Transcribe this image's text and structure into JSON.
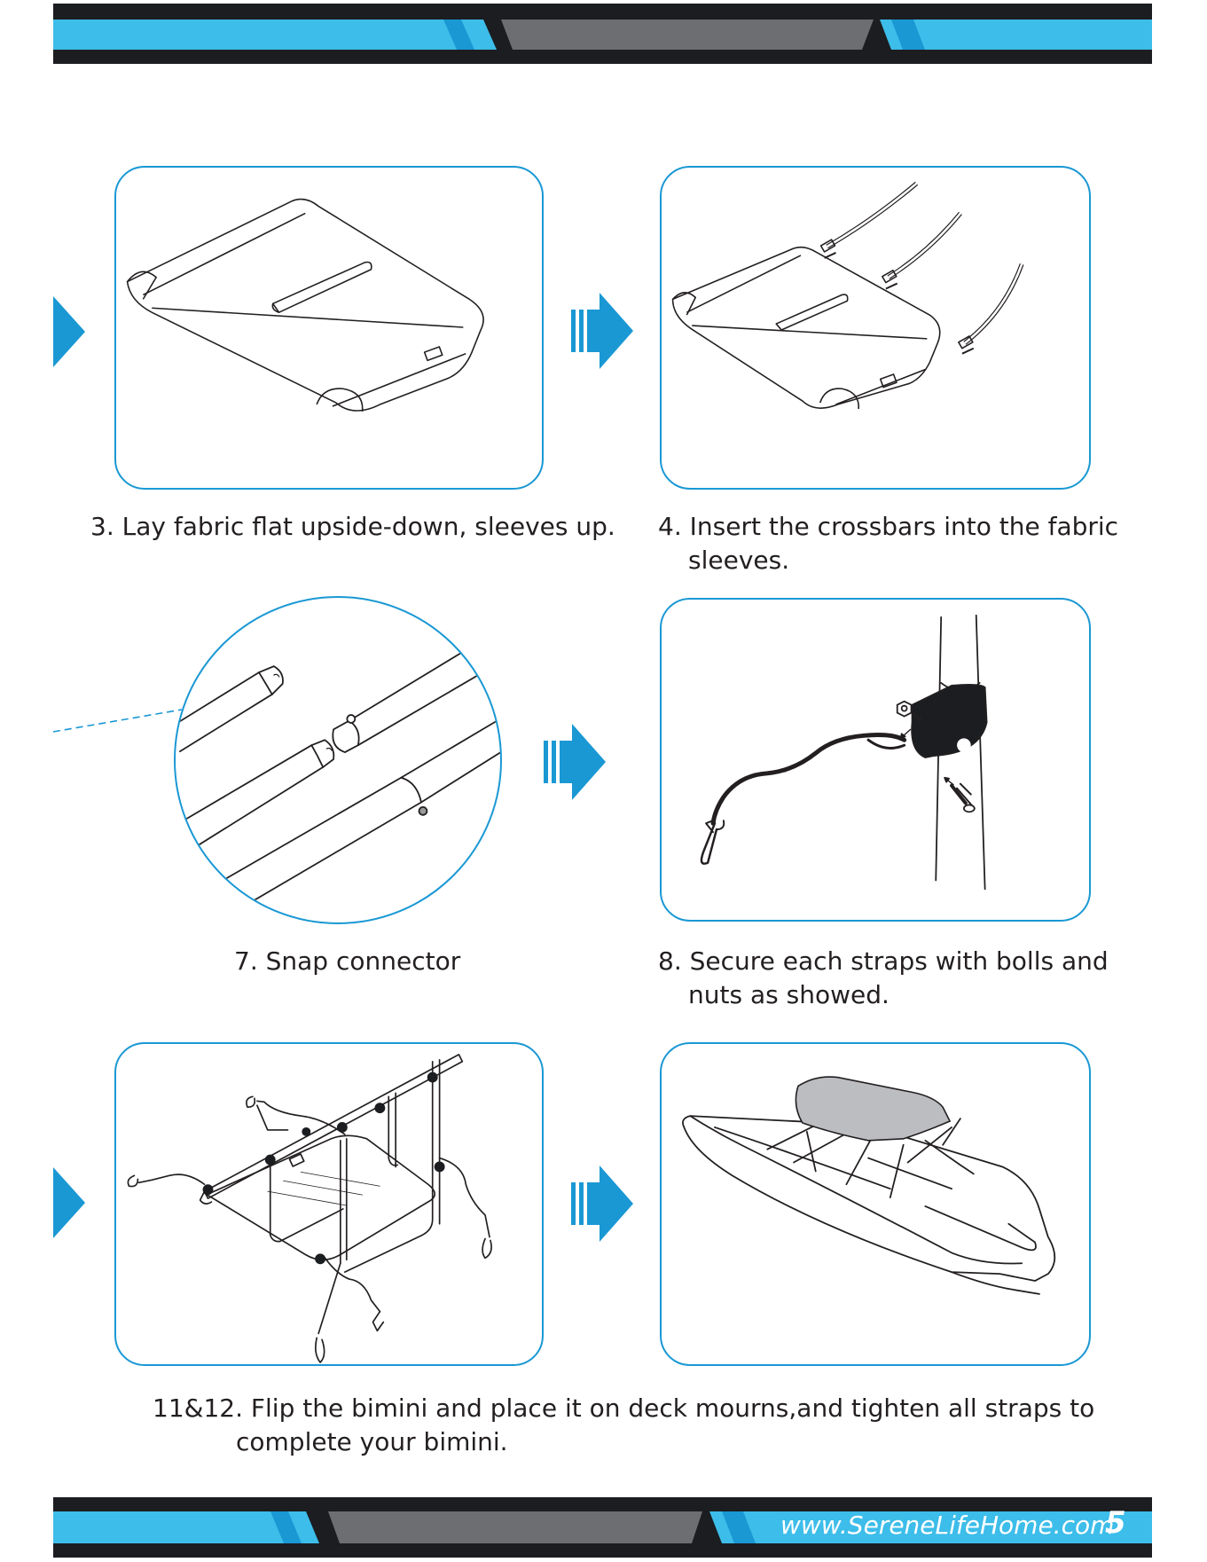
{
  "colors": {
    "accent_blue": "#1a98d4",
    "band_light_blue": "#3dbde9",
    "band_dark": "#1b1d21",
    "band_gray": "#6d6e71"
  },
  "steps": [
    {
      "number": "3.",
      "text": "Lay fabric flat upside-down, sleeves up.",
      "illustration": "fabric-upside-down"
    },
    {
      "number": "4.",
      "text_line1": "Insert the crossbars into the fabric",
      "text_line2": "sleeves.",
      "illustration": "crossbars-into-sleeves"
    },
    {
      "number": "7.",
      "text": "Snap connector",
      "illustration": "snap-connector-closeup"
    },
    {
      "number": "8.",
      "text_line1": "Secure each straps with bolls and",
      "text_line2": "nuts as showed.",
      "illustration": "strap-bolt-nut"
    },
    {
      "number": "11&12.",
      "text_line1": "Flip the bimini and place it on deck mourns,and tighten all straps to",
      "text_line2": "complete your bimini.",
      "illustrations": [
        "bimini-frame-with-straps",
        "boat-with-bimini"
      ]
    }
  ],
  "footer": {
    "url": "www.SereneLifeHome.com",
    "page_number": "5"
  }
}
